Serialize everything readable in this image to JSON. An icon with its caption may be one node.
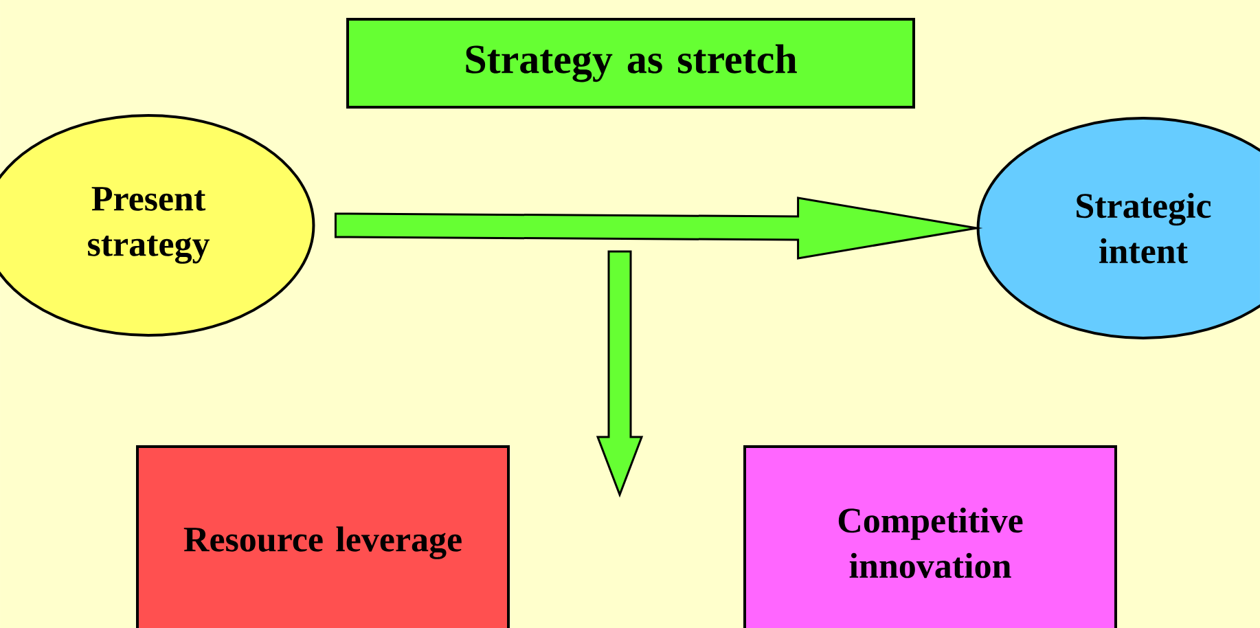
{
  "diagram": {
    "nodes": [
      {
        "text": [
          "Strategy as stretch"
        ]
      },
      {
        "text": [
          "Present strategy"
        ]
      },
      {
        "text": [
          "Strategic intent"
        ]
      },
      {
        "text": [
          "Resource leverage"
        ]
      },
      {
        "text": [
          "Competitive innovation"
        ]
      }
    ],
    "edges": [
      {
        "from": 1,
        "to": 2,
        "arrow": "to",
        "style": "thick"
      }
    ]
  }
}
